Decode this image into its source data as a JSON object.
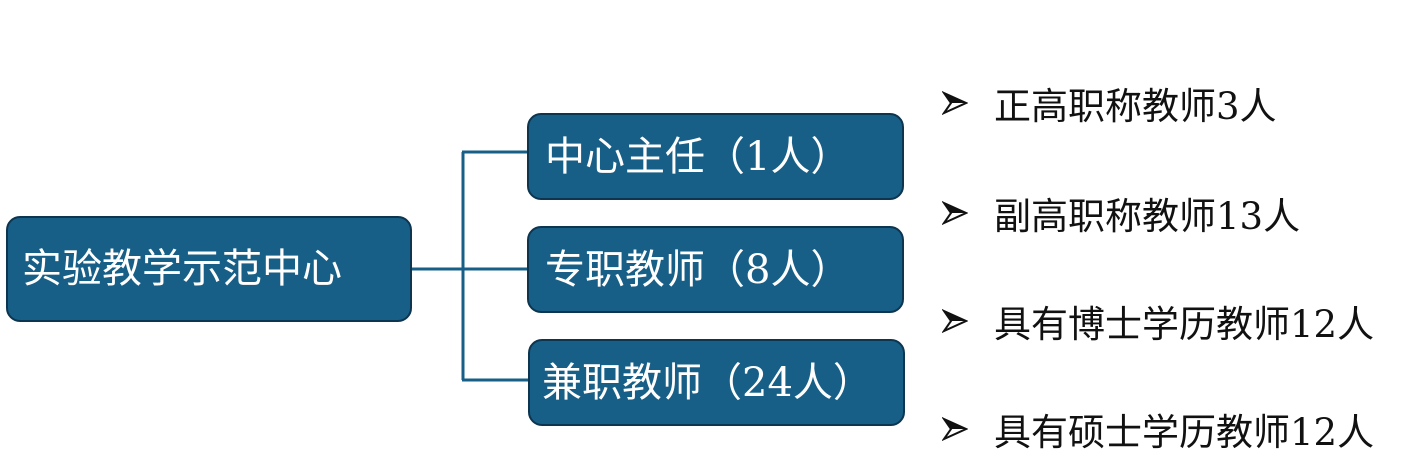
{
  "diagram": {
    "root": {
      "label": "实验教学示范中心"
    },
    "children": [
      {
        "label": "中心主任（1人）"
      },
      {
        "label": "专职教师（8人）"
      },
      {
        "label": "兼职教师（24人）"
      }
    ]
  },
  "bullets": [
    {
      "icon": "arrow-bullet-icon",
      "text": "正高职称教师3人"
    },
    {
      "icon": "arrow-bullet-icon",
      "text": "副高职称教师13人"
    },
    {
      "icon": "arrow-bullet-icon",
      "text": "具有博士学历教师12人"
    },
    {
      "icon": "arrow-bullet-icon",
      "text": "具有硕士学历教师12人"
    }
  ],
  "colors": {
    "node_fill": "#175f86",
    "node_border": "#0d3550",
    "connector": "#175f86",
    "node_text": "#ffffff",
    "bullet_text": "#111111"
  }
}
